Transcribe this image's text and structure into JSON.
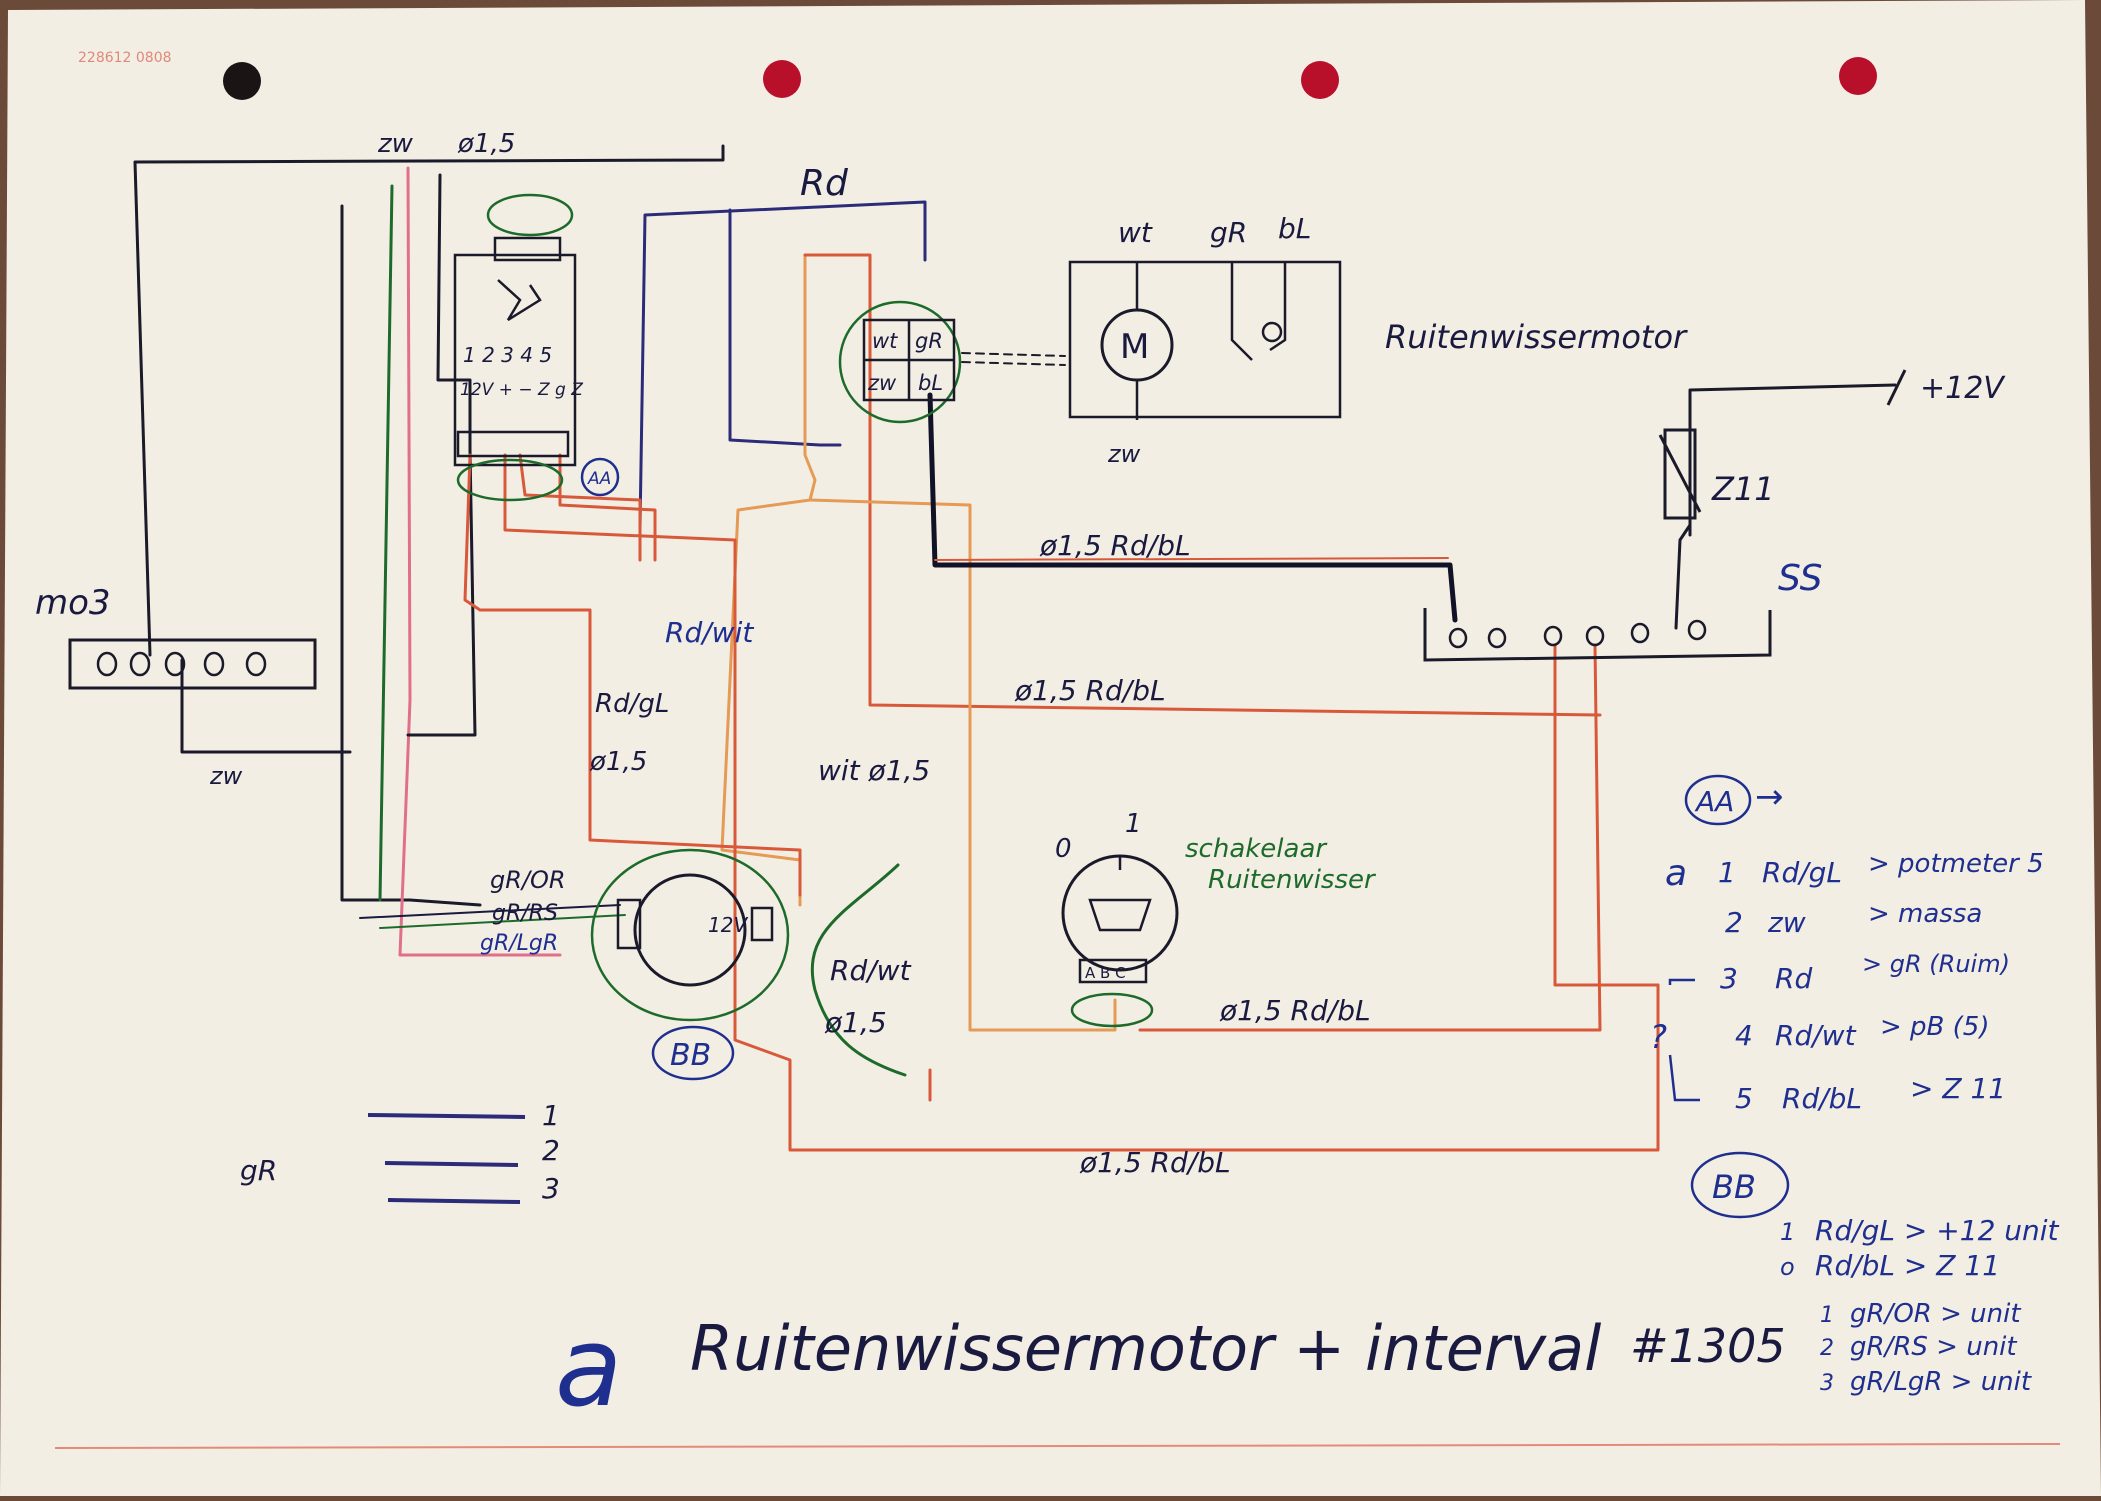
{
  "sheet": {
    "stamp": "228612 0808",
    "title": "Ruitenwissermotor + interval",
    "title_mark": "a",
    "doc_number": "#1305"
  },
  "top_wire": {
    "color_label": "zw",
    "section": "ø1,5"
  },
  "module_mo3": {
    "label": "mo3",
    "ground_label": "zw"
  },
  "relay_unit": {
    "terminal_numbers": "1 2 3 4 5",
    "terminal_signs": "12V + − Z g Z",
    "connector_tag": "AA"
  },
  "motor_plug": {
    "label_rd": "Rd",
    "pins": [
      "wt",
      "gR",
      "zw",
      "bL"
    ]
  },
  "motor": {
    "title": "Ruitenwissermotor",
    "symbol": "M",
    "terminals": [
      "wt",
      "gR",
      "bL"
    ],
    "ground_label": "zw"
  },
  "fuse": {
    "label": "Z11",
    "supply": "+12V"
  },
  "fuse_box": {
    "label": "SS"
  },
  "wires": {
    "rd_bl_top": "ø1,5  Rd/bL",
    "rd_bl_middle": "ø1,5   Rd/bL",
    "rd_wit": "Rd/wit",
    "rd_gl": "Rd/gL",
    "rd_gl_section": "ø1,5",
    "wit": "wit ø1,5",
    "rd_wt": "Rd/wt",
    "rd_wt_section": "ø1,5",
    "rd_bl_switch": "ø1,5   Rd/bL",
    "rd_bl_bottom": "ø1,5   Rd/bL"
  },
  "wiper_switch": {
    "title_line1": "schakelaar",
    "title_line2": "Ruitenwisser",
    "pos_off": "0",
    "pos_on": "1",
    "terminals": "A B C"
  },
  "interval_switch": {
    "tag": "BB",
    "voltage": "12V",
    "wires": [
      "gR/OR",
      "gR/RS",
      "gR/LgR"
    ]
  },
  "legend_lines": {
    "symbol": "gR",
    "numbers": [
      "1",
      "2",
      "3"
    ]
  },
  "notes_aa": {
    "tag": "AA",
    "arrow": "→",
    "prefix": "a",
    "question": "?",
    "rows": [
      {
        "num": "1",
        "wire": "Rd/gL",
        "dest": "> potmeter 5"
      },
      {
        "num": "2",
        "wire": "zw",
        "dest": "> massa"
      },
      {
        "num": "3",
        "wire": "Rd",
        "dest": "> gR (Ruim)"
      },
      {
        "num": "4",
        "wire": "Rd/wt",
        "dest": "> pB (5)"
      },
      {
        "num": "5",
        "wire": "Rd/bL",
        "dest": "> Z 11"
      }
    ]
  },
  "notes_bb": {
    "tag": "BB",
    "rows": [
      {
        "num": "1",
        "text": "Rd/gL > +12 unit"
      },
      {
        "num": "o",
        "text": "Rd/bL > Z 11"
      },
      {
        "num": "1",
        "text": "gR/OR > unit"
      },
      {
        "num": "2",
        "text": "gR/RS > unit"
      },
      {
        "num": "3",
        "text": "gR/LgR > unit"
      }
    ]
  },
  "colors": {
    "paper": "#f3eee3",
    "ink": "#1a1a40",
    "blue_ink": "#1f2f8f",
    "orange_wire": "#d8593a",
    "green_wire": "#1d6b2a",
    "pink_wire": "#e0708a",
    "light_orange_wire": "#e59a55",
    "punch_hole": "#b8102a"
  }
}
